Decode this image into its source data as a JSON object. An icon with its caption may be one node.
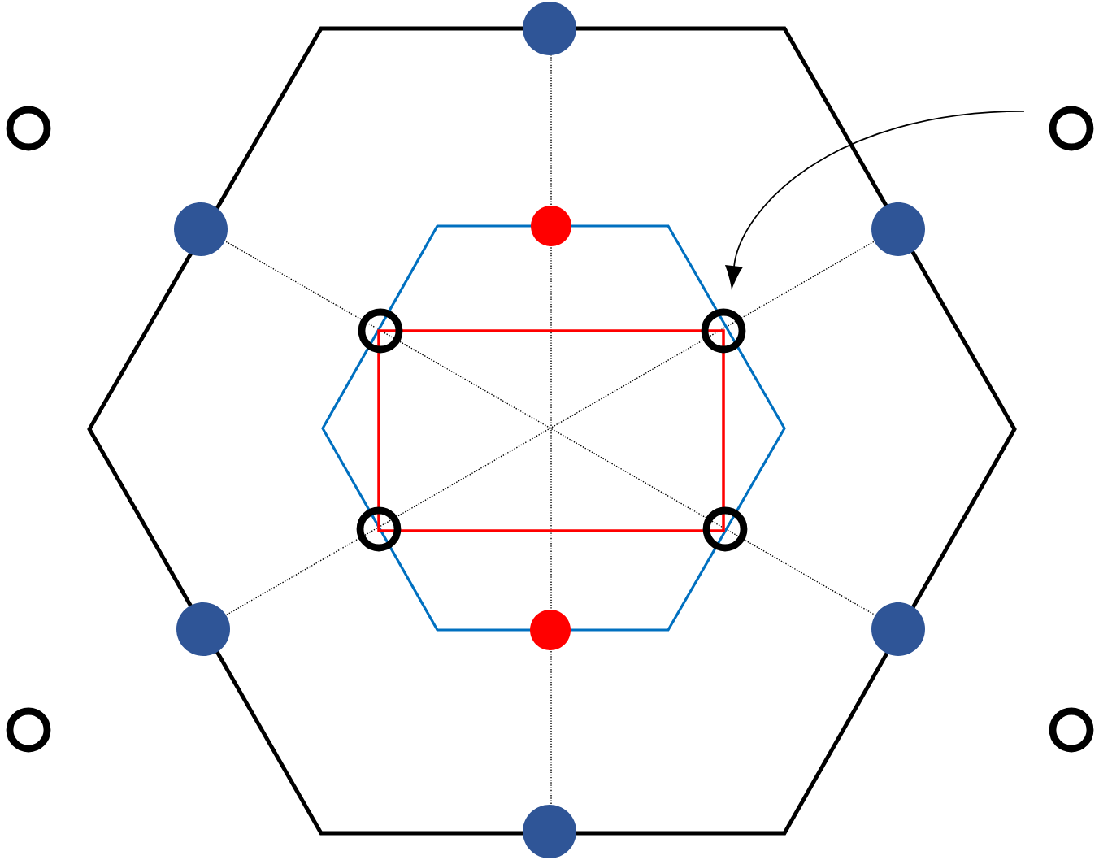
{
  "diagram": {
    "nodes": [
      {
        "text": [],
        "shape": "circle"
      },
      {
        "text": [],
        "shape": "circle"
      },
      {
        "text": [],
        "shape": "circle"
      },
      {
        "text": [],
        "shape": "circle"
      },
      {
        "text": [],
        "shape": "circle"
      },
      {
        "text": [],
        "shape": "circle"
      },
      {
        "text": [],
        "shape": "circle"
      },
      {
        "text": [],
        "shape": "circle"
      }
    ],
    "edges": [
      {
        "from": null,
        "to": 3,
        "arrow": "to"
      }
    ]
  }
}
